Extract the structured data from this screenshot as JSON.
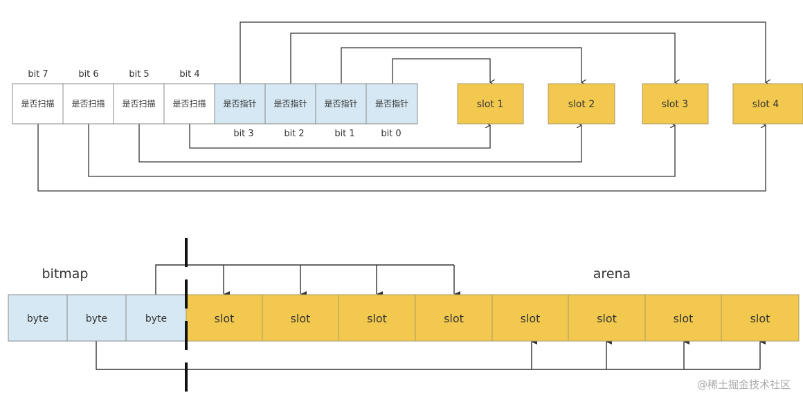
{
  "colors": {
    "white_cell": "#ffffff",
    "blue_cell": "#d5e8f3",
    "yellow_cell": "#f2c94e",
    "cell_border": "#8a8a8a",
    "line": "#333333",
    "divider": "#111111"
  },
  "top_diagram": {
    "scan_cells": [
      {
        "label": "是否扫描",
        "bit": "bit 7"
      },
      {
        "label": "是否扫描",
        "bit": "bit 6"
      },
      {
        "label": "是否扫描",
        "bit": "bit 5"
      },
      {
        "label": "是否扫描",
        "bit": "bit 4"
      }
    ],
    "pointer_cells": [
      {
        "label": "是否指针",
        "bit": "bit 3"
      },
      {
        "label": "是否指针",
        "bit": "bit 2"
      },
      {
        "label": "是否指针",
        "bit": "bit 1"
      },
      {
        "label": "是否指针",
        "bit": "bit 0"
      }
    ],
    "slots": [
      "slot 1",
      "slot 2",
      "slot 3",
      "slot 4"
    ]
  },
  "bottom_diagram": {
    "bitmap_label": "bitmap",
    "arena_label": "arena",
    "bytes": [
      "byte",
      "byte",
      "byte"
    ],
    "slots": [
      "slot",
      "slot",
      "slot",
      "slot",
      "slot",
      "slot",
      "slot",
      "slot"
    ]
  },
  "watermark": "@稀土掘金技术社区"
}
